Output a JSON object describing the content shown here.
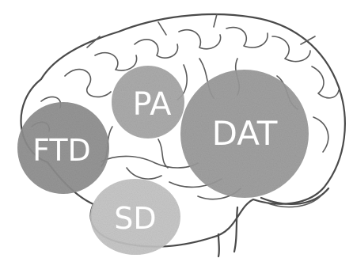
{
  "regions": [
    {
      "id": "ftd",
      "label": "FTD",
      "color": "#8e8e8e"
    },
    {
      "id": "pa",
      "label": "PA",
      "color": "#a6a6a6"
    },
    {
      "id": "dat",
      "label": "DAT",
      "color": "#9a9a9a"
    },
    {
      "id": "sd",
      "label": "SD",
      "color": "#c4c4c4"
    }
  ],
  "colors": {
    "background": "#ffffff",
    "outline": "#4a4a4a",
    "label": "#ffffff"
  }
}
